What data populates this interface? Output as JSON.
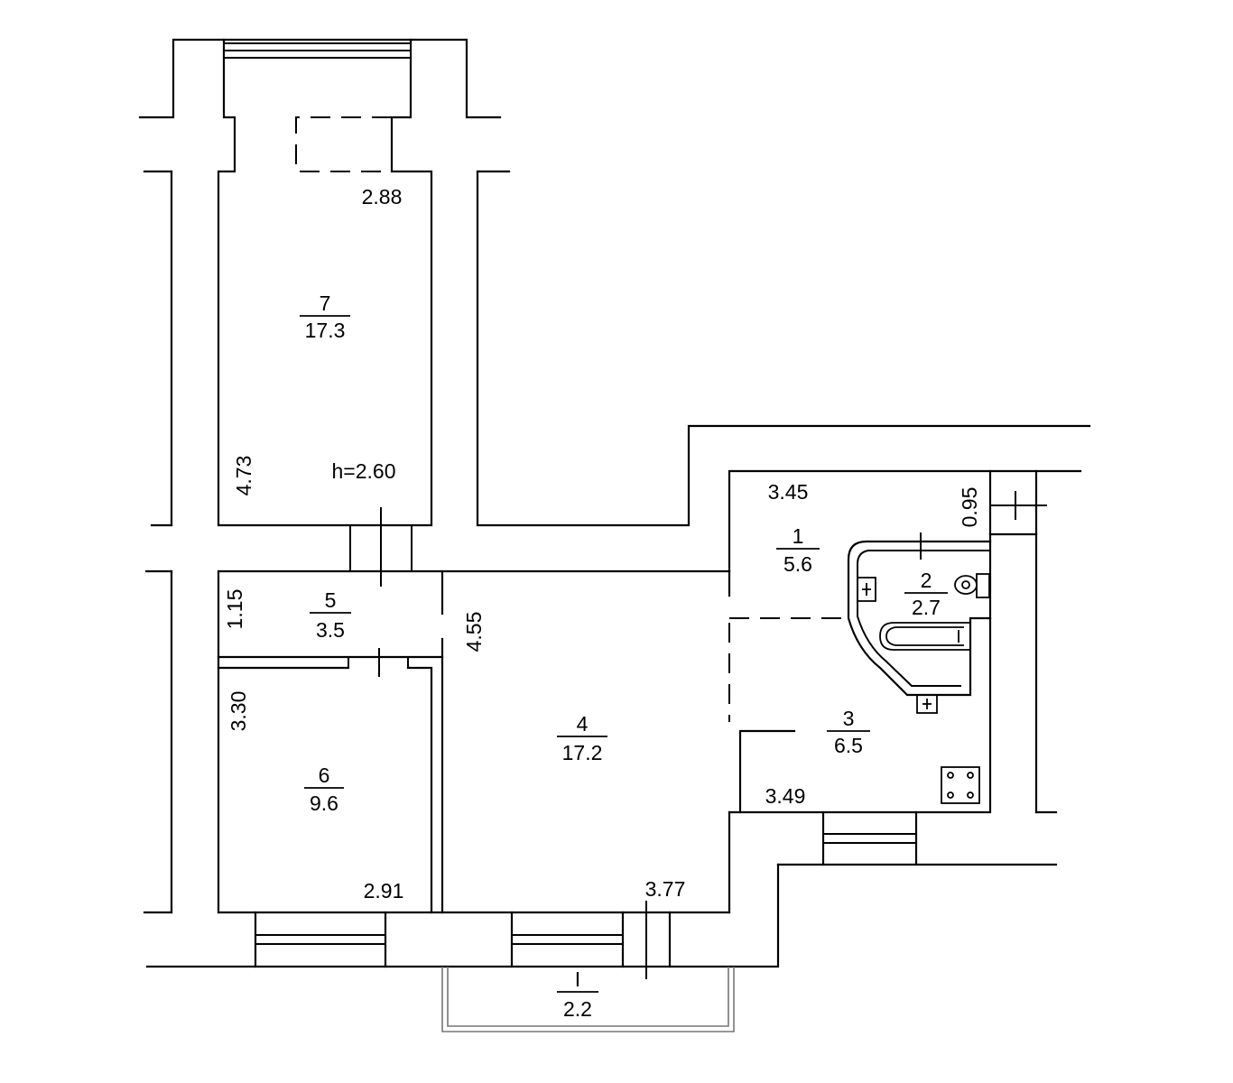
{
  "rooms": [
    {
      "number": "7",
      "area": "17.3"
    },
    {
      "number": "5",
      "area": "3.5"
    },
    {
      "number": "6",
      "area": "9.6"
    },
    {
      "number": "4",
      "area": "17.2"
    },
    {
      "number": "1",
      "area": "5.6"
    },
    {
      "number": "2",
      "area": "2.7"
    },
    {
      "number": "3",
      "area": "6.5"
    },
    {
      "number": "I",
      "area": "2.2"
    }
  ],
  "dimensions": {
    "room7_width": "2.88",
    "room7_length": "4.73",
    "ceiling_height": "h=2.60",
    "room5_length": "1.15",
    "room6_length": "3.30",
    "room6_width": "2.91",
    "room4_length": "4.55",
    "room4_width": "3.77",
    "room1_width": "3.45",
    "room1_length": "0.95",
    "room3_width": "3.49"
  }
}
